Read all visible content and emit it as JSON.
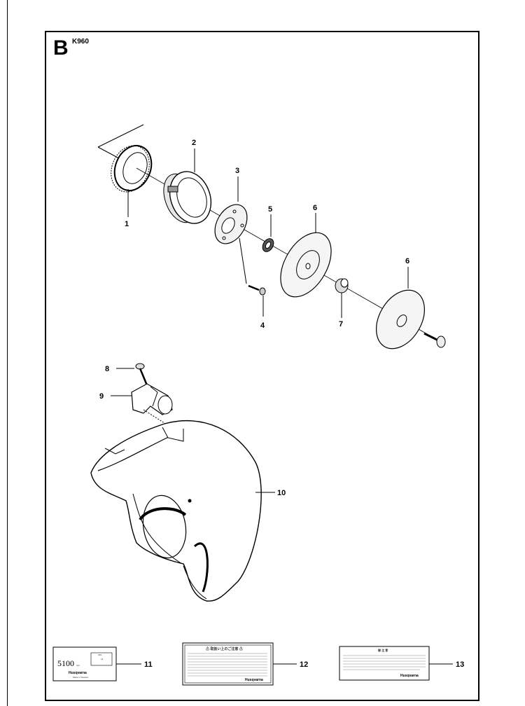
{
  "header": {
    "section_letter": "B",
    "model": "K960"
  },
  "callouts": [
    "1",
    "2",
    "3",
    "4",
    "5",
    "6",
    "6",
    "7",
    "8",
    "9",
    "10",
    "11",
    "12",
    "13"
  ],
  "decals": {
    "speed_label": {
      "rpm_value": "5100",
      "rpm_unit": "rpm",
      "dim_a": "300",
      "dim_b": "14",
      "brand": "Husqvarna",
      "origin": "Made in Sweden"
    },
    "warning_label": {
      "title": "⚠ 取扱い上のご注意 ⚠",
      "brand": "Husqvarna"
    },
    "notice_label": {
      "title": "御 注 意",
      "brand": "Husqvarna"
    }
  }
}
